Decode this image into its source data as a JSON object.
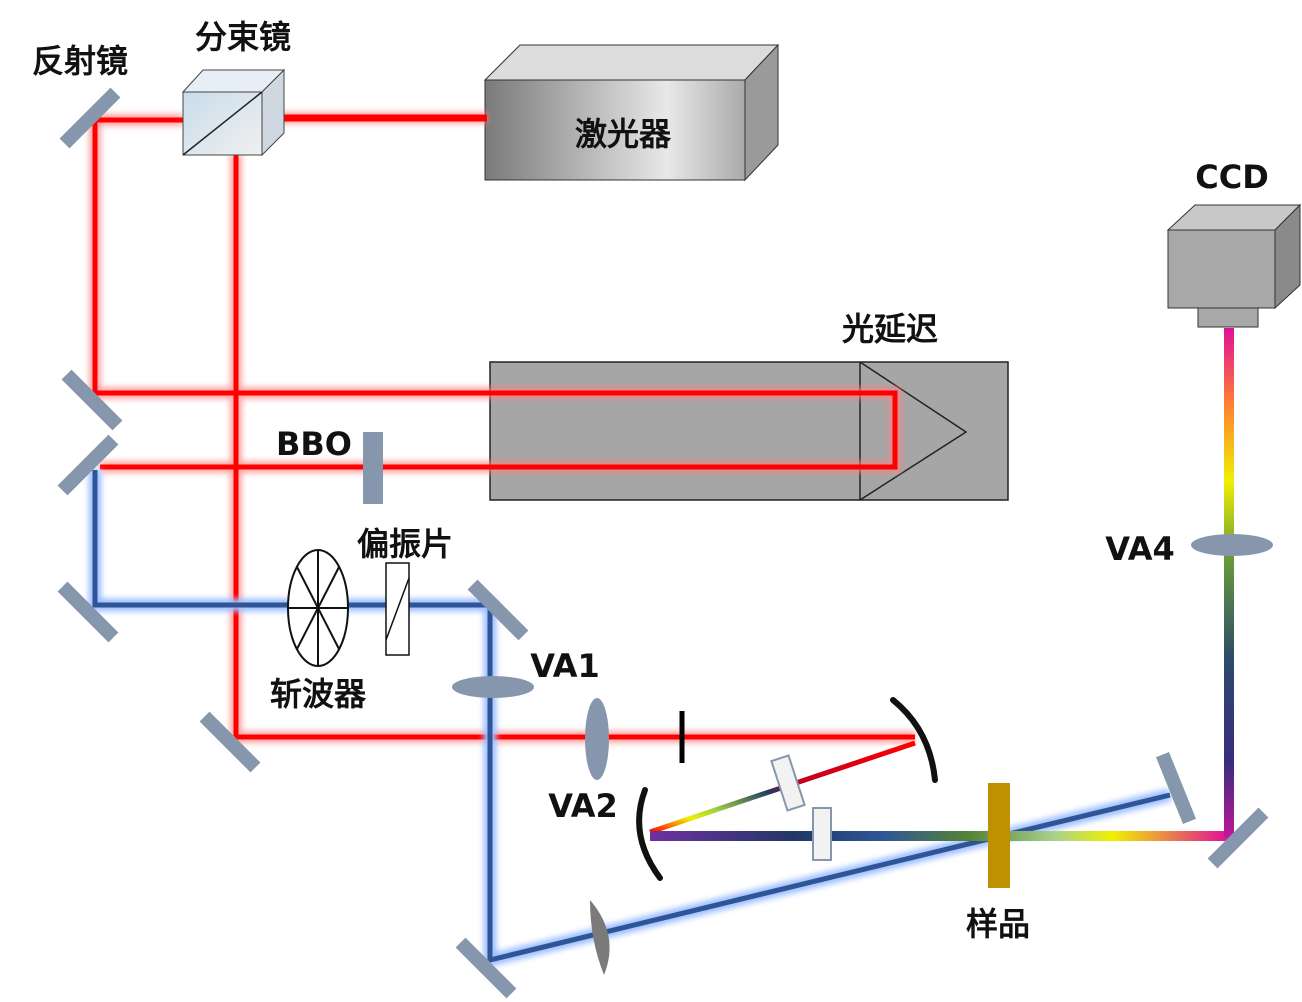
{
  "labels": {
    "mirror": "反射镜",
    "beam_splitter": "分束镜",
    "laser": "激光器",
    "ccd": "CCD",
    "delay": "光延迟",
    "bbo": "BBO",
    "polarizer": "偏振片",
    "chopper": "斩波器",
    "va1": "VA1",
    "va2": "VA2",
    "va4": "VA4",
    "sample": "样品"
  },
  "colors": {
    "pump_beam": "#ff0000",
    "probe_beam": "#2f5597",
    "mirror": "#8697ad",
    "sample": "#bf9000"
  }
}
